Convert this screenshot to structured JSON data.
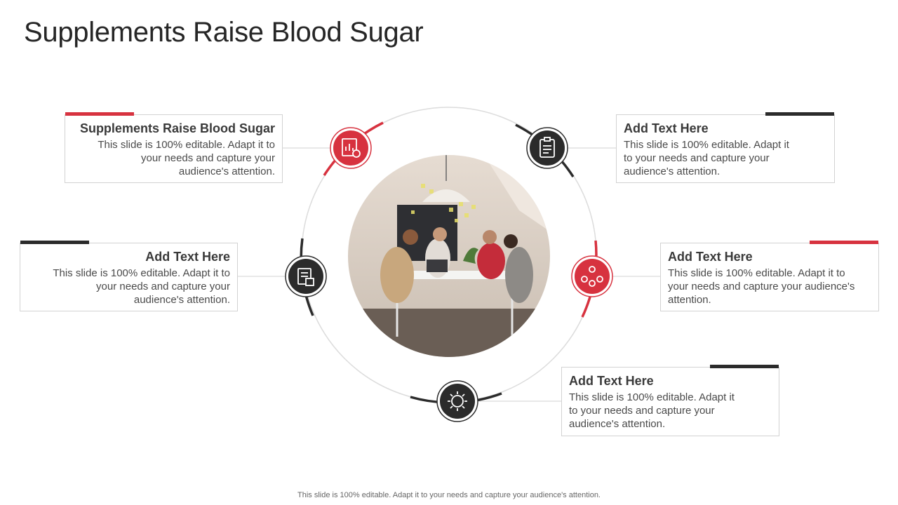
{
  "title": "Supplements Raise Blood Sugar",
  "colors": {
    "accent_red": "#d7323f",
    "dark": "#2b2b2b",
    "ring": "#dddddd"
  },
  "cards": [
    {
      "heading": "Supplements Raise Blood Sugar",
      "body": "This slide is 100% editable. Adapt it to your needs and capture your audience's attention.",
      "bar_color": "accent_red",
      "icon": "report-chart-icon"
    },
    {
      "heading": "Add Text Here",
      "body": "This slide is 100% editable. Adapt it to your needs and capture your audience's attention.",
      "bar_color": "dark",
      "icon": "medical-clipboard-icon"
    },
    {
      "heading": "Add Text Here",
      "body": "This slide is 100% editable. Adapt it to your needs and capture your audience's attention.",
      "bar_color": "dark",
      "icon": "medical-record-icon"
    },
    {
      "heading": "Add Text Here",
      "body": "This slide is 100% editable. Adapt it to your needs and capture your audience's attention.",
      "bar_color": "accent_red",
      "icon": "finance-network-icon"
    },
    {
      "heading": "Add Text Here",
      "body": "This slide is 100% editable. Adapt it to your needs and capture your audience's attention.",
      "bar_color": "dark",
      "icon": "virus-gear-icon"
    }
  ],
  "center_image": "team-meeting-photo",
  "footer": "This slide is 100% editable. Adapt it to your needs and capture your audience's attention."
}
